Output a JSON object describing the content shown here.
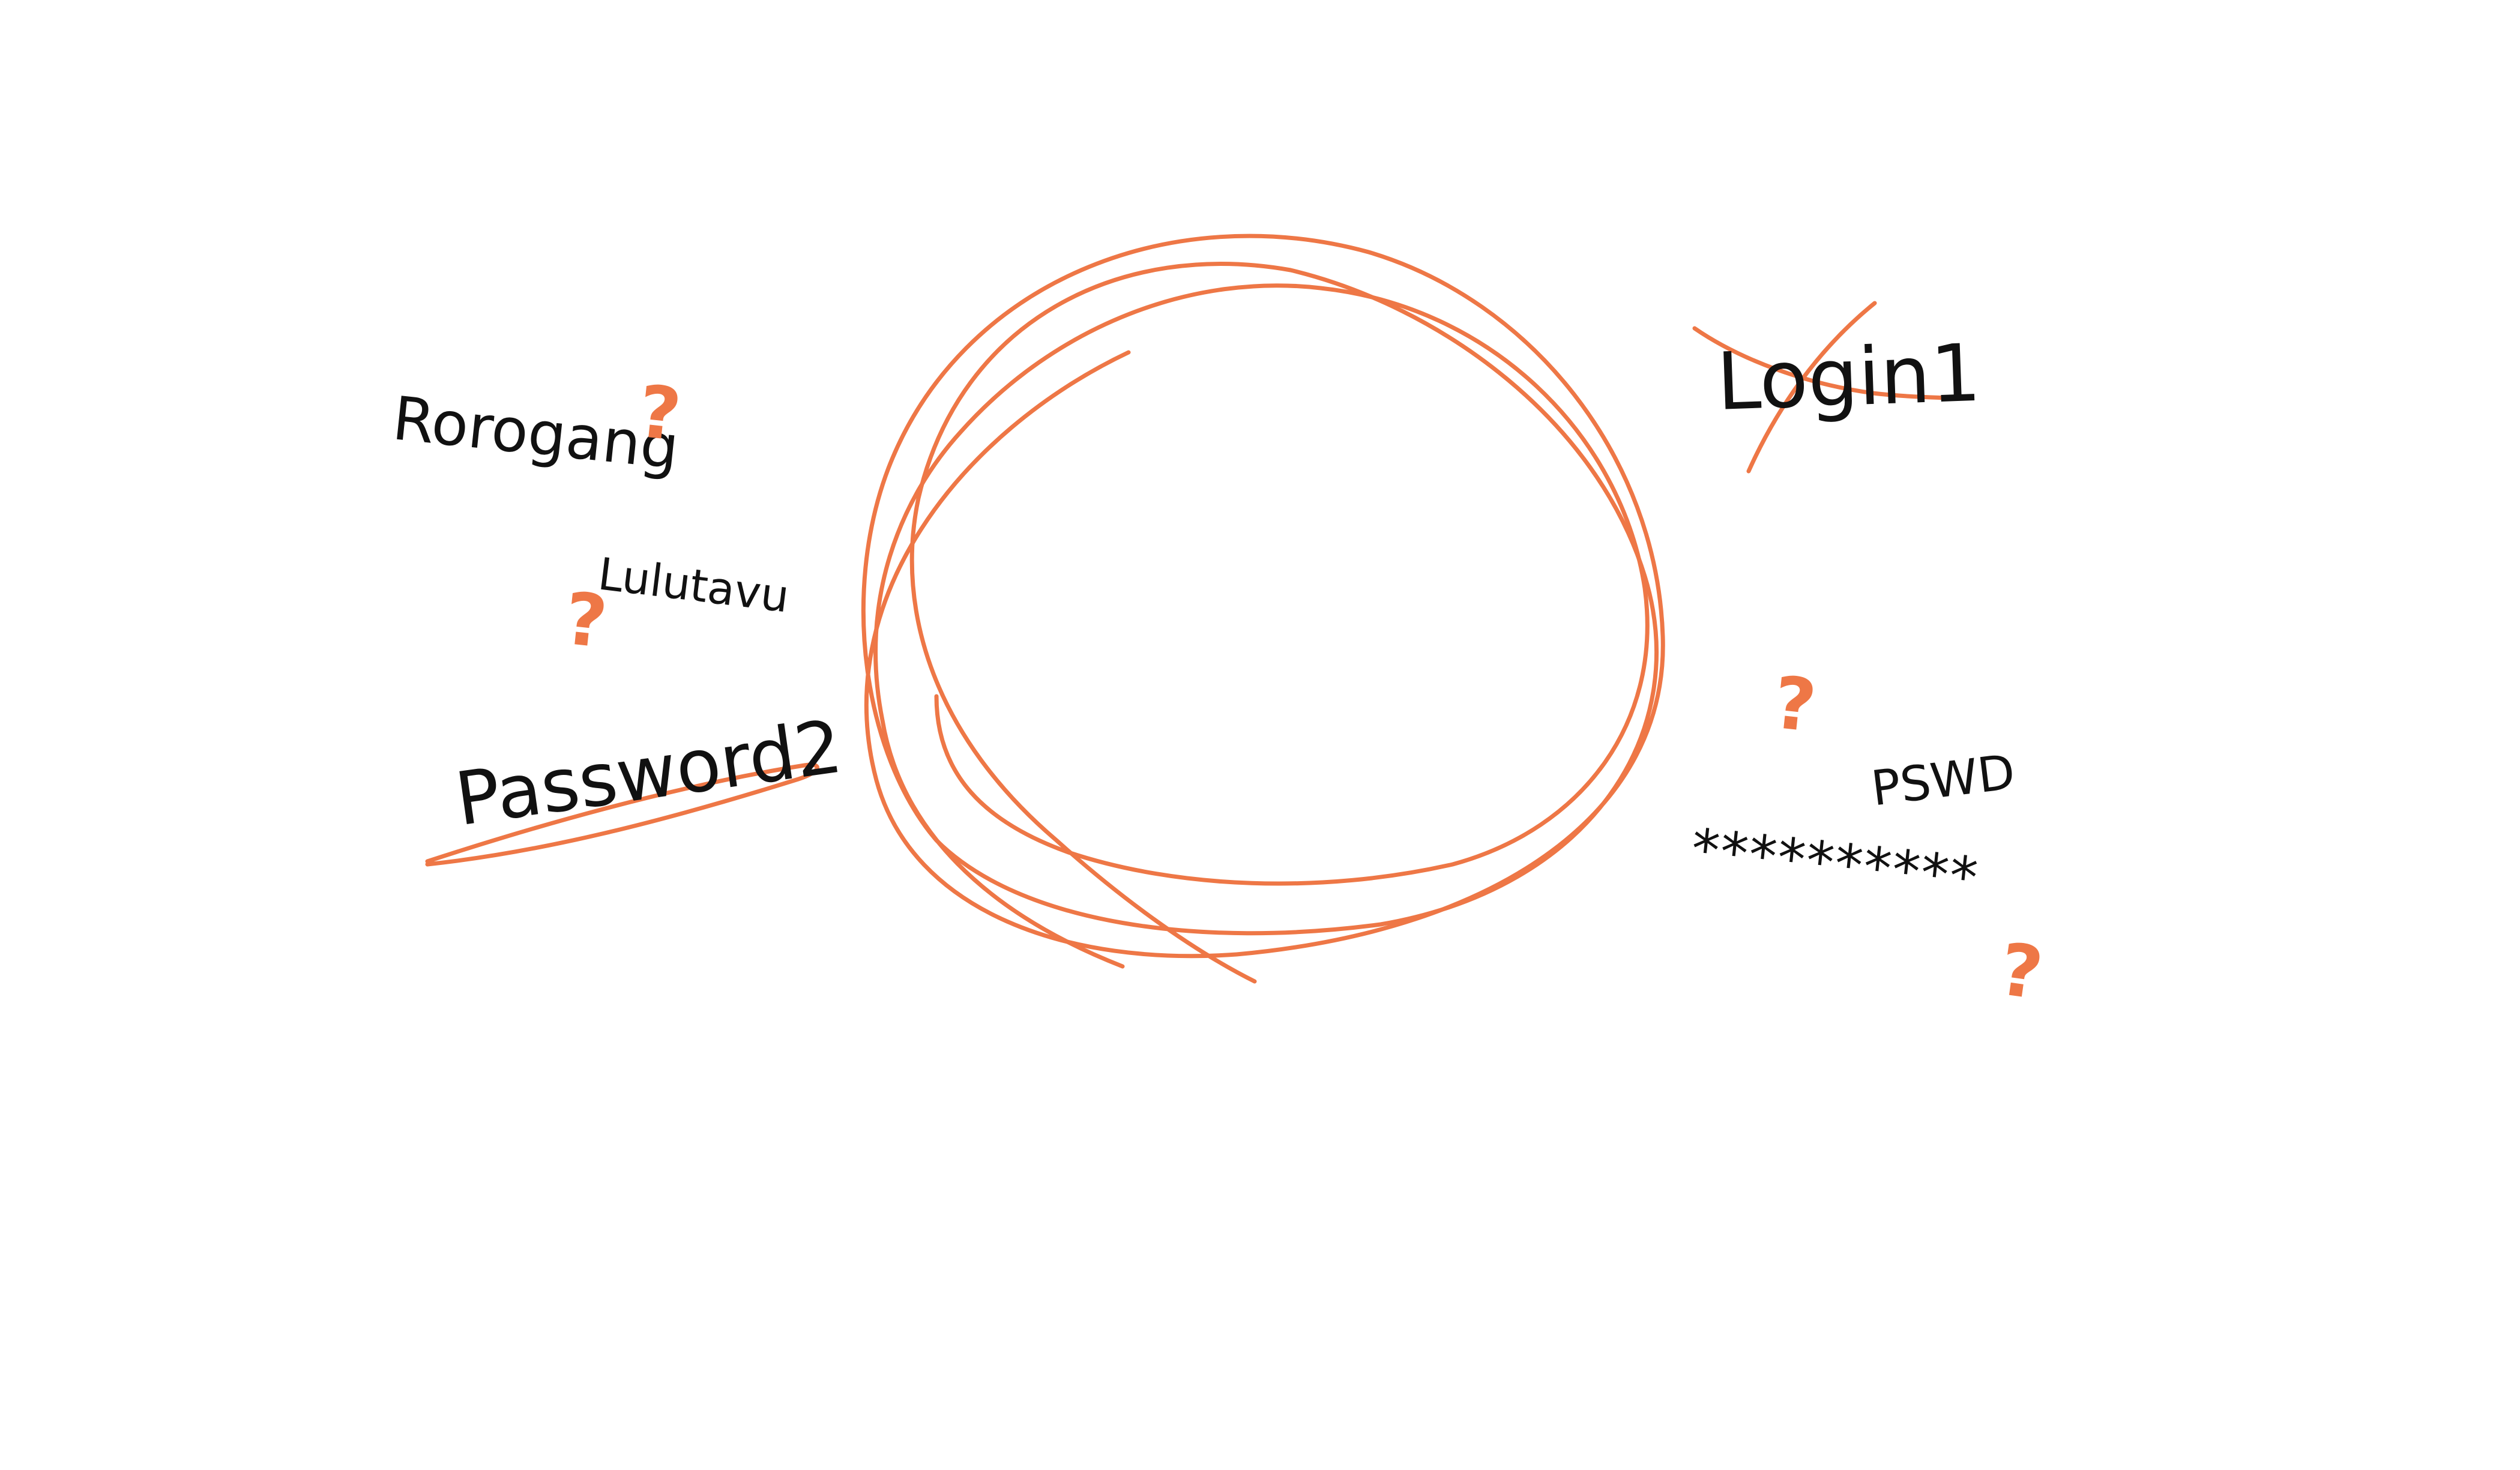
{
  "colors": {
    "accent": "#EE7746",
    "ink": "#111111",
    "background": "#FFFFFF"
  },
  "words": {
    "rorogang": "Rorogang",
    "lulutavu": "Lulutavu",
    "password2": "Password2",
    "login1": "Login1",
    "pswd": "PSWD",
    "masked_password": "**********"
  },
  "marks": {
    "question": "?"
  },
  "icons": {
    "scribbled_circle": "scribble-circle-icon",
    "strike": "strikethrough-icon",
    "cross": "cross-out-icon",
    "question": "question-mark-icon"
  }
}
